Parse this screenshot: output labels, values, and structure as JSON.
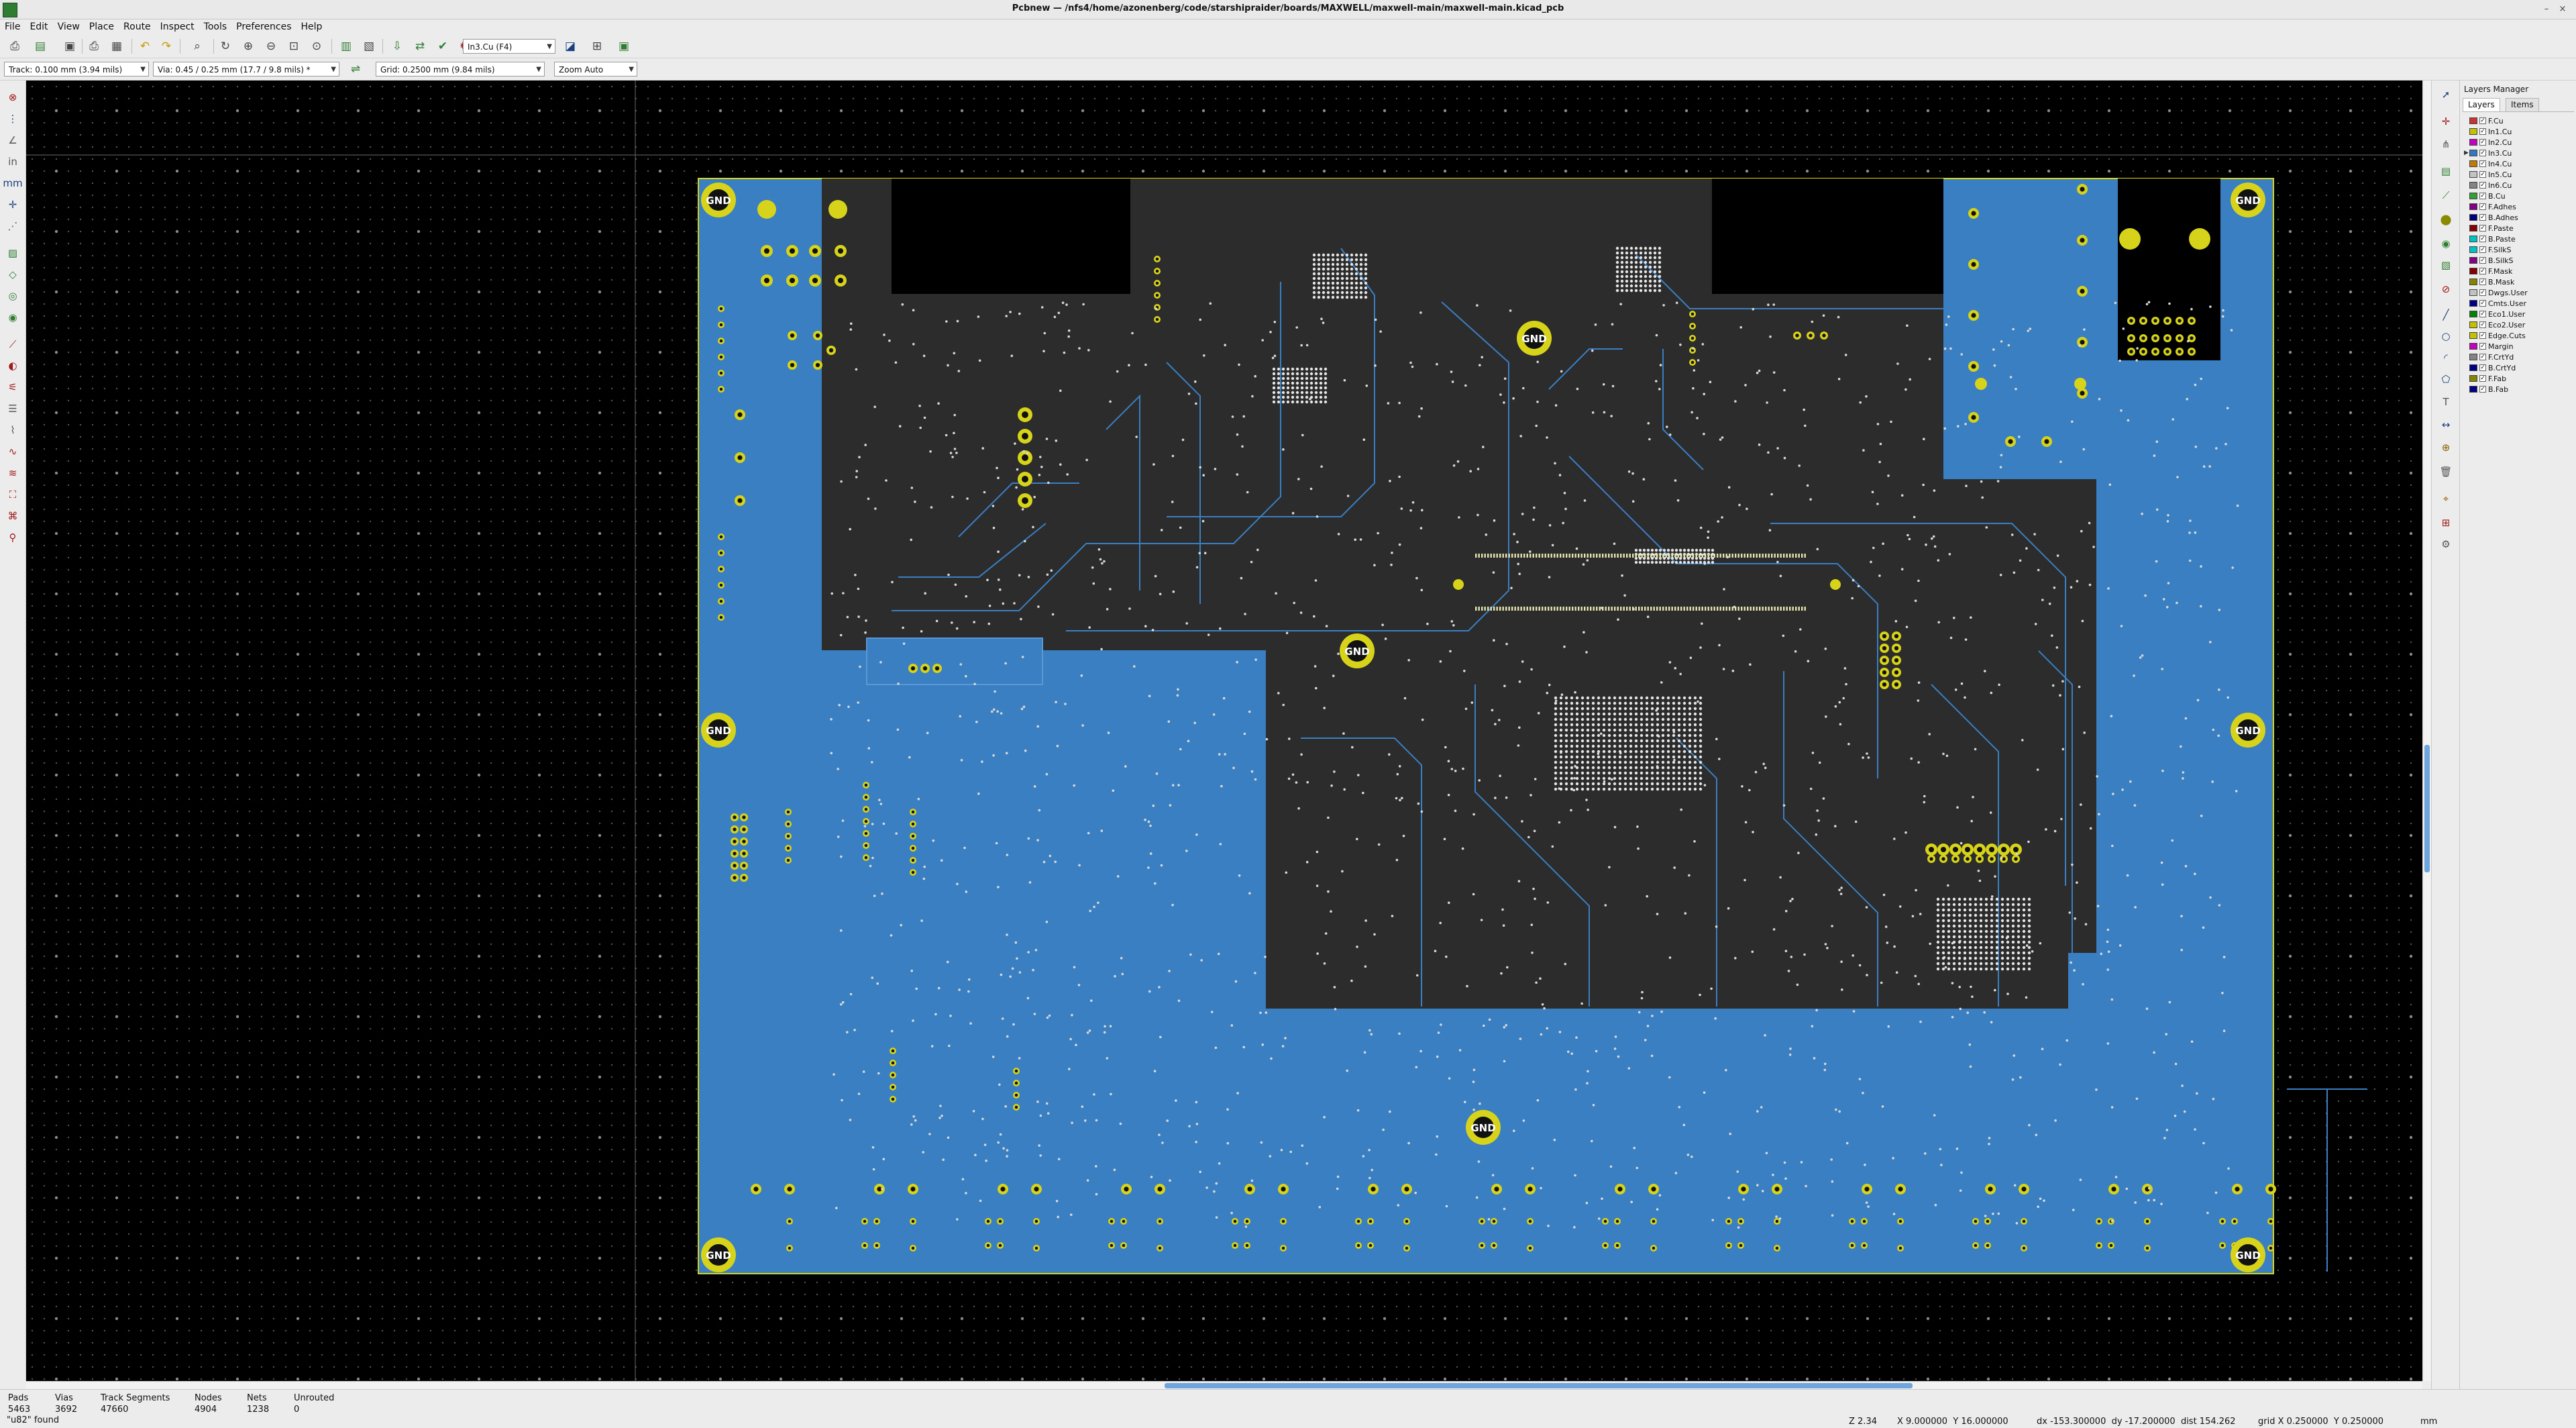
{
  "window": {
    "title": "Pcbnew — /nfs4/home/azonenberg/code/starshipraider/boards/MAXWELL/maxwell-main/maxwell-main.kicad_pcb"
  },
  "menu": [
    "File",
    "Edit",
    "View",
    "Place",
    "Route",
    "Inspect",
    "Tools",
    "Preferences",
    "Help"
  ],
  "toolbar": {
    "active_layer": "In3.Cu (F4)",
    "track_width": "Track: 0.100 mm (3.94 mils)",
    "via_size": "Via: 0.45 / 0.25 mm (17.7 / 9.8 mils) *",
    "grid": "Grid: 0.2500 mm (9.84 mils)",
    "zoom": "Zoom Auto"
  },
  "layers_panel": {
    "title": "Layers Manager",
    "tabs": [
      "Layers",
      "Items"
    ],
    "active_layer": "In3.Cu",
    "layers": [
      {
        "name": "F.Cu",
        "color": "#c83434"
      },
      {
        "name": "In1.Cu",
        "color": "#c2c200"
      },
      {
        "name": "In2.Cu",
        "color": "#c200c2"
      },
      {
        "name": "In3.Cu",
        "color": "#3678c0"
      },
      {
        "name": "In4.Cu",
        "color": "#c27a00"
      },
      {
        "name": "In5.Cu",
        "color": "#c2c2c2"
      },
      {
        "name": "In6.Cu",
        "color": "#848484"
      },
      {
        "name": "B.Cu",
        "color": "#34a034"
      },
      {
        "name": "F.Adhes",
        "color": "#840084"
      },
      {
        "name": "B.Adhes",
        "color": "#00007a"
      },
      {
        "name": "F.Paste",
        "color": "#8a0000"
      },
      {
        "name": "B.Paste",
        "color": "#00c2c2"
      },
      {
        "name": "F.SilkS",
        "color": "#00c2c2"
      },
      {
        "name": "B.SilkS",
        "color": "#840084"
      },
      {
        "name": "F.Mask",
        "color": "#840000"
      },
      {
        "name": "B.Mask",
        "color": "#848400"
      },
      {
        "name": "Dwgs.User",
        "color": "#c2c2c2"
      },
      {
        "name": "Cmts.User",
        "color": "#000084"
      },
      {
        "name": "Eco1.User",
        "color": "#008400"
      },
      {
        "name": "Eco2.User",
        "color": "#c2c200"
      },
      {
        "name": "Edge.Cuts",
        "color": "#c2c200"
      },
      {
        "name": "Margin",
        "color": "#c200c2"
      },
      {
        "name": "F.CrtYd",
        "color": "#848484"
      },
      {
        "name": "B.CrtYd",
        "color": "#000084"
      },
      {
        "name": "F.Fab",
        "color": "#848400"
      },
      {
        "name": "B.Fab",
        "color": "#000084"
      }
    ]
  },
  "board": {
    "pad_label": "GND",
    "colors": {
      "copper": "#3a7fc2",
      "board": "#2c2c2c",
      "pad": "#d7d31a",
      "trace": "#3a7fc2"
    }
  },
  "status": {
    "stats": [
      {
        "label": "Pads",
        "value": "5463"
      },
      {
        "label": "Vias",
        "value": "3692"
      },
      {
        "label": "Track Segments",
        "value": "47660"
      },
      {
        "label": "Nodes",
        "value": "4904"
      },
      {
        "label": "Nets",
        "value": "1238"
      },
      {
        "label": "Unrouted",
        "value": "0"
      }
    ],
    "message": "\"u82\" found",
    "zoom": "Z 2.34",
    "xy": "X 9.000000  Y 16.000000",
    "delta": "dx -153.300000  dy -17.200000  dist 154.262",
    "grid": "grid X 0.250000  Y 0.250000",
    "units": "mm"
  }
}
